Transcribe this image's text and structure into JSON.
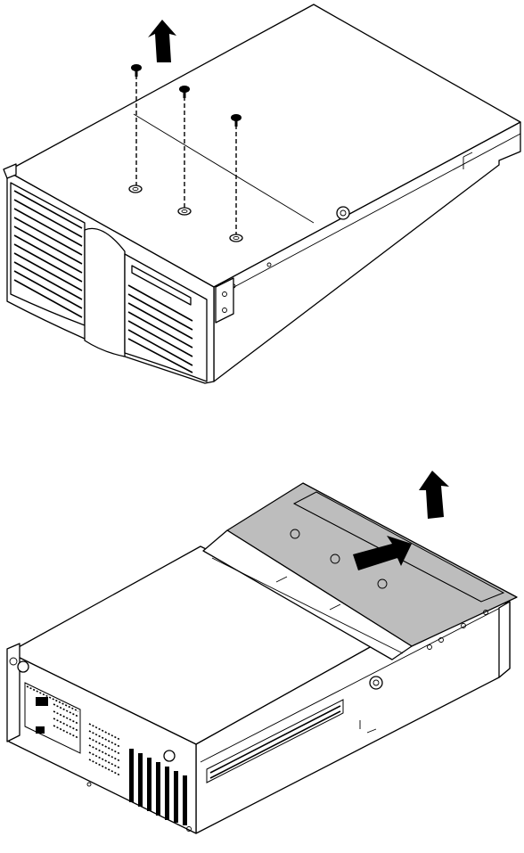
{
  "figure": {
    "panels": [
      {
        "id": "top",
        "subject": "server-chassis-front-view",
        "action": "remove-three-cover-screws",
        "screws": 3
      },
      {
        "id": "bottom",
        "subject": "server-chassis-rear-view",
        "action": "slide-cover-back-and-lift",
        "cover_color": "#bdbdbd"
      }
    ],
    "icons": [
      "up-arrow-icon",
      "screw-icon",
      "slide-arrow-icon"
    ]
  }
}
